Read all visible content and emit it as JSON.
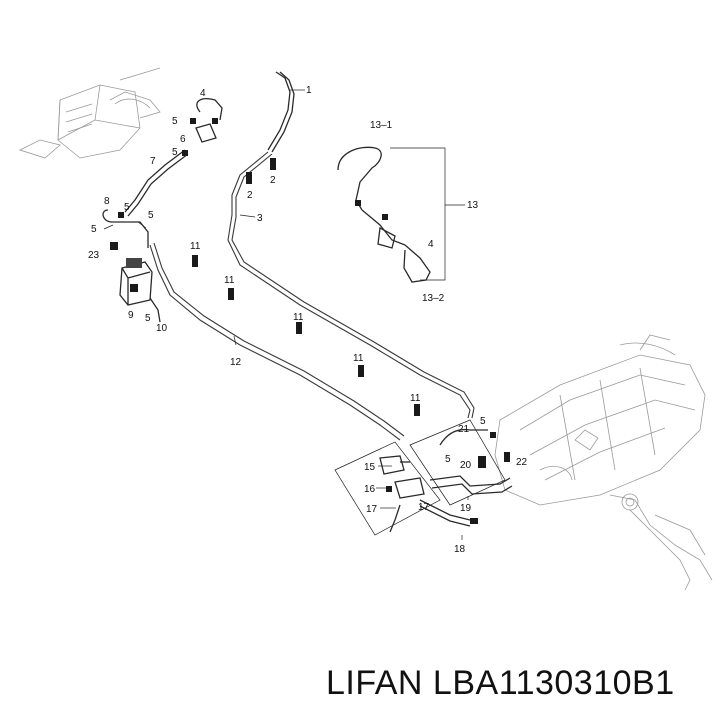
{
  "caption": "LIFAN LBA1130310B1",
  "callouts": {
    "c1": "1",
    "c2a": "2",
    "c2b": "2",
    "c3": "3",
    "c4a": "4",
    "c4b": "4",
    "c5a": "5",
    "c5b": "5",
    "c5c": "5",
    "c5d": "5",
    "c5e": "5",
    "c5f": "5",
    "c5g": "5",
    "c6": "6",
    "c7": "7",
    "c8": "8",
    "c9": "9",
    "c10": "10",
    "c11a": "11",
    "c11b": "11",
    "c11c": "11",
    "c11d": "11",
    "c11e": "11",
    "c12": "12",
    "c13": "13",
    "c13_1": "13–1",
    "c13_2": "13–2",
    "c15": "15",
    "c16": "16",
    "c17a": "17",
    "c17b": "17",
    "c18": "18",
    "c19": "19",
    "c20": "20",
    "c21": "21",
    "c22": "22",
    "c23": "23"
  }
}
